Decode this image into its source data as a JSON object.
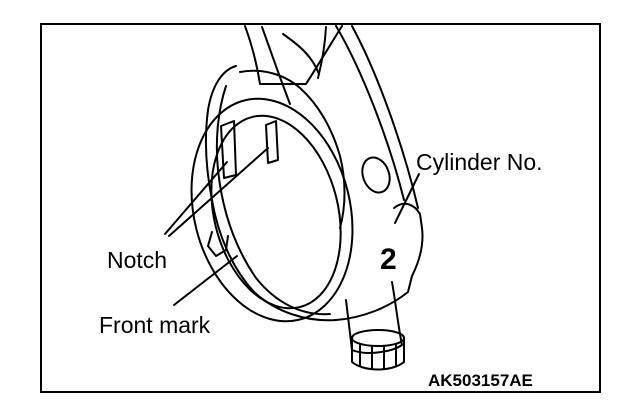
{
  "figure": {
    "labels": {
      "cylinder_no": "Cylinder No.",
      "notch": "Notch",
      "front_mark": "Front mark",
      "stamped_number": "2"
    },
    "figure_code": "AK503157AE"
  }
}
